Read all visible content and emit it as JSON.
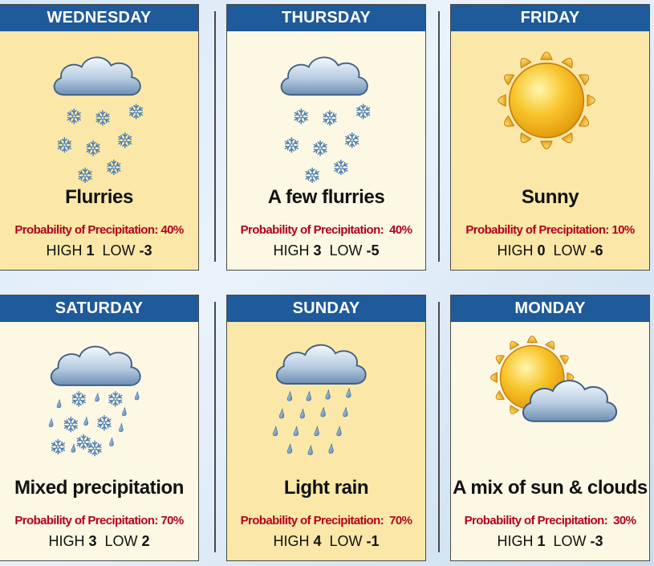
{
  "forecast": [
    {
      "day": "WEDNESDAY",
      "condition": "Flurries",
      "pop_label": "Probability of Precipitation:",
      "pop": "40%",
      "high_label": "HIGH",
      "high": "1",
      "low_label": "LOW",
      "low": "-3",
      "icon": "flurries-icon"
    },
    {
      "day": "THURSDAY",
      "condition": "A few flurries",
      "pop_label": "Probability of Precipitation:",
      "pop": "40%",
      "high_label": "HIGH",
      "high": "3",
      "low_label": "LOW",
      "low": "-5",
      "icon": "few-flurries-icon"
    },
    {
      "day": "FRIDAY",
      "condition": "Sunny",
      "pop_label": "Probability of Precipitation:",
      "pop": "10%",
      "high_label": "HIGH",
      "high": "0",
      "low_label": "LOW",
      "low": "-6",
      "icon": "sun-icon"
    },
    {
      "day": "SATURDAY",
      "condition": "Mixed precipitation",
      "pop_label": "Probability of Precipitation:",
      "pop": "70%",
      "high_label": "HIGH",
      "high": "3",
      "low_label": "LOW",
      "low": "2",
      "icon": "mixed-precipitation-icon"
    },
    {
      "day": "SUNDAY",
      "condition": "Light rain",
      "pop_label": "Probability of Precipitation:",
      "pop": "70%",
      "high_label": "HIGH",
      "high": "4",
      "low_label": "LOW",
      "low": "-1",
      "icon": "light-rain-icon"
    },
    {
      "day": "MONDAY",
      "condition": "A mix of sun & clouds",
      "pop_label": "Probability of Precipitation:",
      "pop": "30%",
      "high_label": "HIGH",
      "high": "1",
      "low_label": "LOW",
      "low": "-3",
      "icon": "sun-cloud-icon"
    }
  ],
  "colors": {
    "header": "#1f5a9a",
    "pop": "#b3001b",
    "yellow_card": "#fbe8a8",
    "cream_card": "#fdf8e4"
  }
}
